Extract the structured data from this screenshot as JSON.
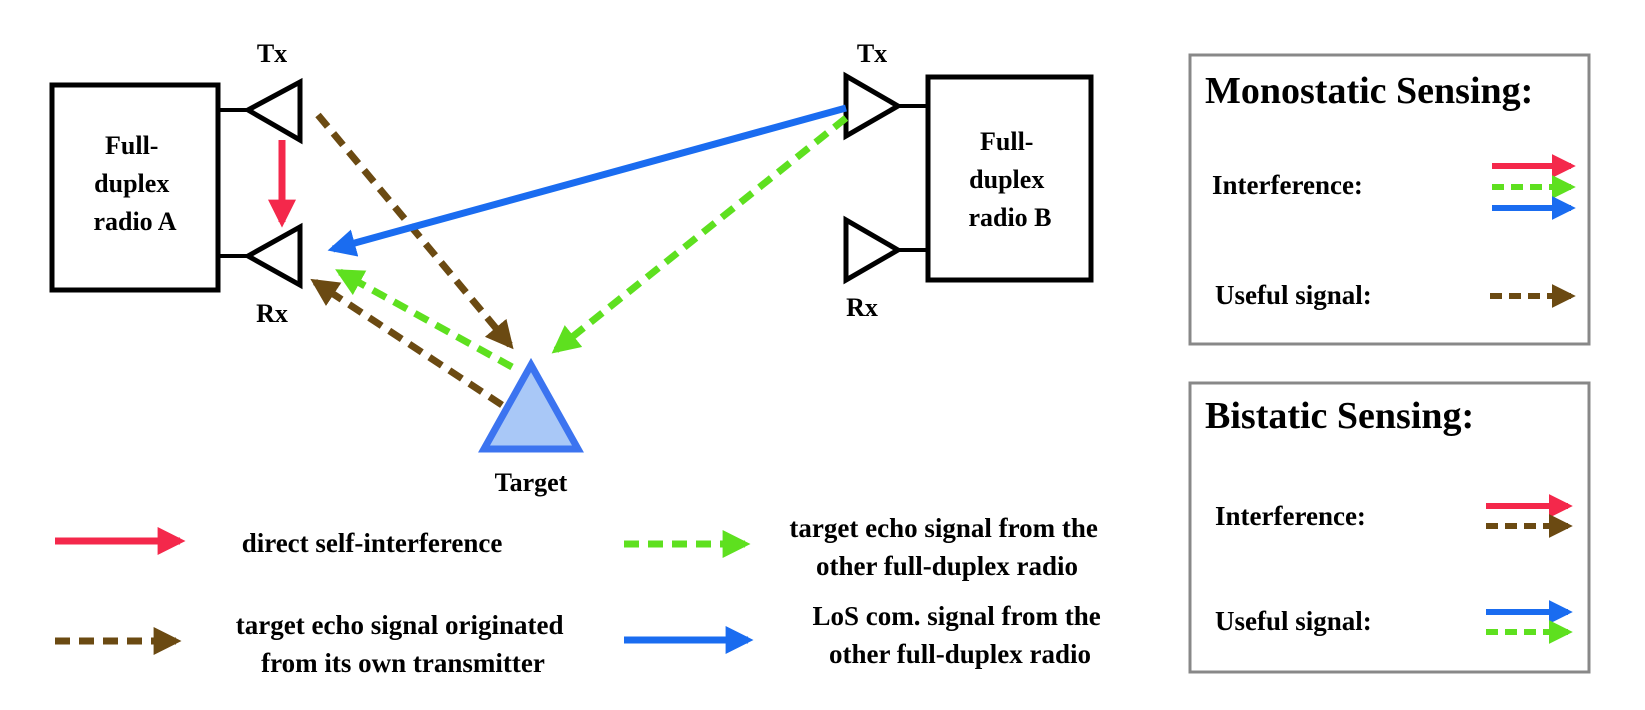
{
  "radio_a": {
    "name_lines": [
      "Full-",
      "duplex",
      "radio A"
    ],
    "tx_label": "Tx",
    "rx_label": "Rx"
  },
  "radio_b": {
    "name_lines": [
      "Full-",
      "duplex",
      "radio B"
    ],
    "tx_label": "Tx",
    "rx_label": "Rx"
  },
  "target": {
    "label": "Target"
  },
  "colors": {
    "interference_red": "#f4284b",
    "echo_green": "#5ee01f",
    "los_blue": "#1a6cf0",
    "echo_brown": "#6b4a12",
    "target_fill": "#a9c8f7",
    "target_stroke": "#3c74f0"
  },
  "legend": {
    "direct_si": "direct self-interference",
    "echo_other": [
      "target echo signal from the",
      "other full-duplex radio"
    ],
    "echo_own": [
      "target echo signal originated",
      "from its own transmitter"
    ],
    "los_com": [
      "LoS com. signal from the",
      "other full-duplex radio"
    ]
  },
  "monostatic": {
    "title": "Monostatic Sensing:",
    "interference_label": "Interference:",
    "useful_label": "Useful signal:"
  },
  "bistatic": {
    "title": "Bistatic Sensing:",
    "interference_label": "Interference:",
    "useful_label": "Useful signal:"
  }
}
